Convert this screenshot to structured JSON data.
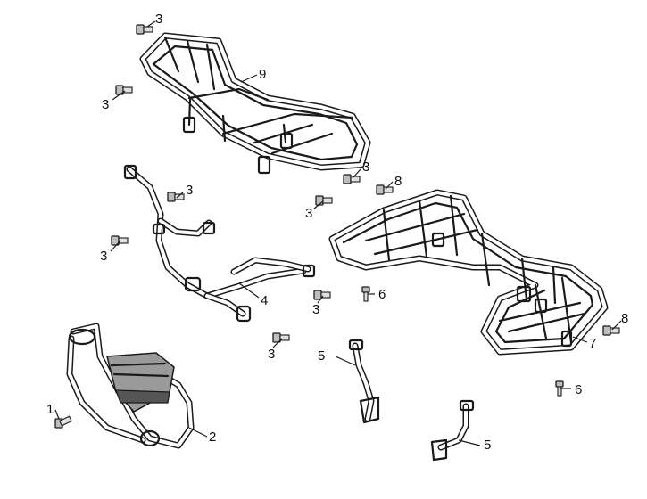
{
  "callouts": {
    "c1": "1",
    "c2": "2",
    "c3a": "3",
    "c3b": "3",
    "c3c": "3",
    "c3d": "3",
    "c3e": "3",
    "c3f": "3",
    "c3g": "3",
    "c3h": "3",
    "c4": "4",
    "c5a": "5",
    "c5b": "5",
    "c6a": "6",
    "c6b": "6",
    "c7": "7",
    "c8a": "8",
    "c8b": "8",
    "c9": "9"
  }
}
